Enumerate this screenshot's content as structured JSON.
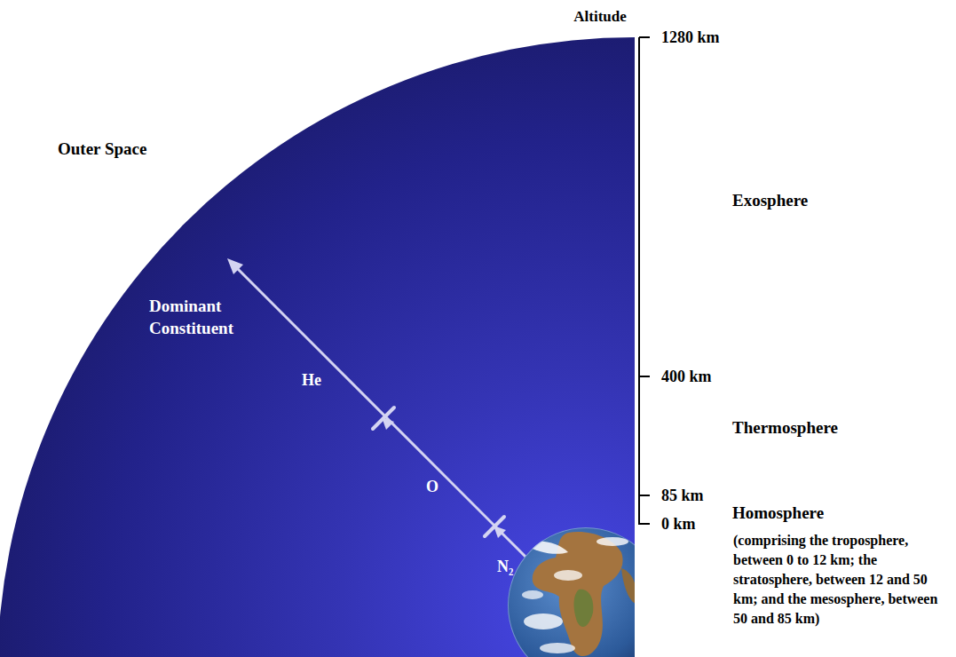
{
  "diagram": {
    "labels": [
      "Altitude",
      "1280 km",
      "Outer Space",
      "Exosphere",
      "Dominant Constituent",
      "He",
      "400 km",
      "Thermosphere",
      "O",
      "85 km",
      "0 km",
      "Homosphere",
      "(comprising the troposphere, between 0 to 12 km; the stratosphere, between 12 and 50 km; and the mesosphere, between 50 and 85 km)",
      "N₂"
    ]
  }
}
